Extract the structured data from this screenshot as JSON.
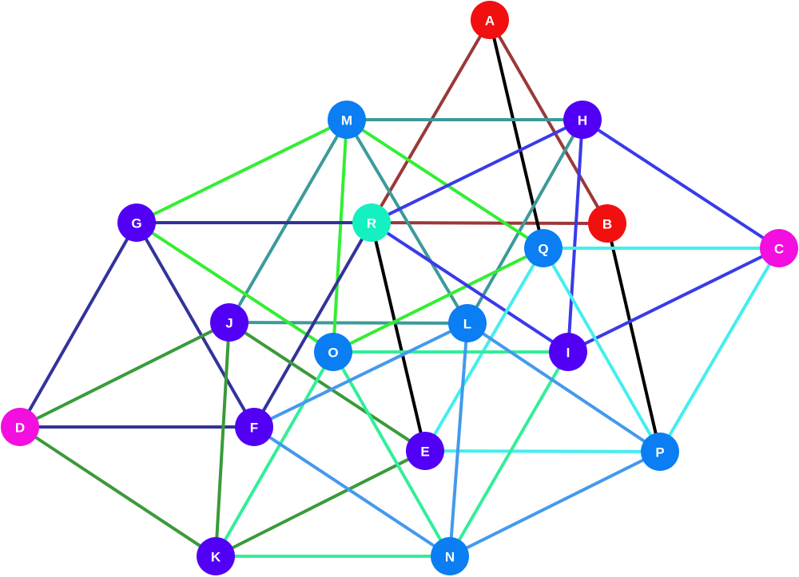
{
  "graph": {
    "nodes": [
      {
        "id": "A",
        "label": "A",
        "color": "#f20f0f"
      },
      {
        "id": "B",
        "label": "B",
        "color": "#f20f0f"
      },
      {
        "id": "C",
        "label": "C",
        "color": "#f20fdf"
      },
      {
        "id": "D",
        "label": "D",
        "color": "#f20fdf"
      },
      {
        "id": "E",
        "label": "E",
        "color": "#5200f5"
      },
      {
        "id": "F",
        "label": "F",
        "color": "#5200f5"
      },
      {
        "id": "G",
        "label": "G",
        "color": "#5200f5"
      },
      {
        "id": "H",
        "label": "H",
        "color": "#5200f5"
      },
      {
        "id": "I",
        "label": "I",
        "color": "#5200f5"
      },
      {
        "id": "J",
        "label": "J",
        "color": "#5200f5"
      },
      {
        "id": "K",
        "label": "K",
        "color": "#5200f5"
      },
      {
        "id": "L",
        "label": "L",
        "color": "#0a7ef2"
      },
      {
        "id": "M",
        "label": "M",
        "color": "#0a7ef2"
      },
      {
        "id": "N",
        "label": "N",
        "color": "#0a7ef2"
      },
      {
        "id": "O",
        "label": "O",
        "color": "#0a7ef2"
      },
      {
        "id": "P",
        "label": "P",
        "color": "#0a7ef2"
      },
      {
        "id": "Q",
        "label": "Q",
        "color": "#0a7ef2"
      },
      {
        "id": "R",
        "label": "R",
        "color": "#14f0c0"
      }
    ],
    "edges": [
      {
        "from": "A",
        "to": "B",
        "color": "#9b3838"
      },
      {
        "from": "A",
        "to": "R",
        "color": "#9b3838"
      },
      {
        "from": "R",
        "to": "B",
        "color": "#9b3838"
      },
      {
        "from": "A",
        "to": "Q",
        "color": "#000000"
      },
      {
        "from": "B",
        "to": "P",
        "color": "#000000"
      },
      {
        "from": "R",
        "to": "E",
        "color": "#000000"
      },
      {
        "from": "M",
        "to": "H",
        "color": "#3c9a9a"
      },
      {
        "from": "M",
        "to": "J",
        "color": "#3c9a9a"
      },
      {
        "from": "M",
        "to": "L",
        "color": "#3c9a9a"
      },
      {
        "from": "H",
        "to": "L",
        "color": "#3c9a9a"
      },
      {
        "from": "J",
        "to": "L",
        "color": "#3c9a9a"
      },
      {
        "from": "M",
        "to": "G",
        "color": "#33ee33"
      },
      {
        "from": "M",
        "to": "O",
        "color": "#33ee33"
      },
      {
        "from": "M",
        "to": "Q",
        "color": "#33ee33"
      },
      {
        "from": "G",
        "to": "O",
        "color": "#33ee33"
      },
      {
        "from": "O",
        "to": "Q",
        "color": "#33ee33"
      },
      {
        "from": "H",
        "to": "R",
        "color": "#3a3aea"
      },
      {
        "from": "H",
        "to": "C",
        "color": "#3a3aea"
      },
      {
        "from": "H",
        "to": "I",
        "color": "#3a3aea"
      },
      {
        "from": "R",
        "to": "I",
        "color": "#3a3aea"
      },
      {
        "from": "C",
        "to": "I",
        "color": "#3a3aea"
      },
      {
        "from": "G",
        "to": "R",
        "color": "#333399"
      },
      {
        "from": "G",
        "to": "D",
        "color": "#333399"
      },
      {
        "from": "G",
        "to": "F",
        "color": "#333399"
      },
      {
        "from": "D",
        "to": "F",
        "color": "#333399"
      },
      {
        "from": "R",
        "to": "F",
        "color": "#333399"
      },
      {
        "from": "Q",
        "to": "C",
        "color": "#44eeee"
      },
      {
        "from": "Q",
        "to": "E",
        "color": "#44eeee"
      },
      {
        "from": "Q",
        "to": "P",
        "color": "#44eeee"
      },
      {
        "from": "C",
        "to": "P",
        "color": "#44eeee"
      },
      {
        "from": "E",
        "to": "P",
        "color": "#44eeee"
      },
      {
        "from": "J",
        "to": "D",
        "color": "#3a9a3a"
      },
      {
        "from": "J",
        "to": "K",
        "color": "#3a9a3a"
      },
      {
        "from": "J",
        "to": "E",
        "color": "#3a9a3a"
      },
      {
        "from": "D",
        "to": "K",
        "color": "#3a9a3a"
      },
      {
        "from": "K",
        "to": "E",
        "color": "#3a9a3a"
      },
      {
        "from": "O",
        "to": "I",
        "color": "#33ee99"
      },
      {
        "from": "O",
        "to": "K",
        "color": "#33ee99"
      },
      {
        "from": "O",
        "to": "N",
        "color": "#33ee99"
      },
      {
        "from": "K",
        "to": "N",
        "color": "#33ee99"
      },
      {
        "from": "I",
        "to": "N",
        "color": "#33ee99"
      },
      {
        "from": "L",
        "to": "F",
        "color": "#4499ee"
      },
      {
        "from": "L",
        "to": "N",
        "color": "#4499ee"
      },
      {
        "from": "L",
        "to": "P",
        "color": "#4499ee"
      },
      {
        "from": "F",
        "to": "N",
        "color": "#4499ee"
      },
      {
        "from": "N",
        "to": "P",
        "color": "#4499ee"
      }
    ]
  }
}
